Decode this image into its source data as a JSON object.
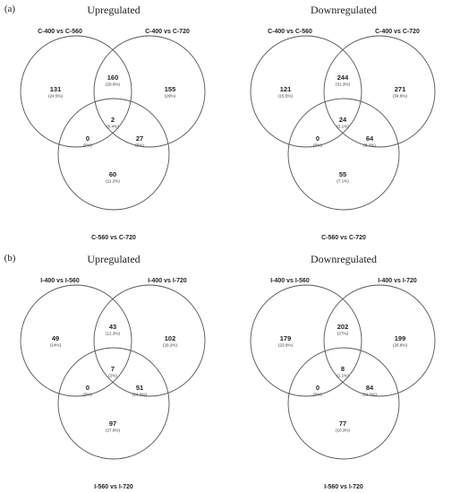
{
  "rows": [
    {
      "letter": "(a)",
      "panels": [
        {
          "title": "Upregulated",
          "sets": [
            "C-400 vs C-560",
            "C-400 vs C-720",
            "C-560 vs C-720"
          ],
          "regions": {
            "a_only": {
              "count": "131",
              "pct": "(24.5%)"
            },
            "ab": {
              "count": "160",
              "pct": "(29.9%)"
            },
            "b_only": {
              "count": "155",
              "pct": "(29%)"
            },
            "abc": {
              "count": "2",
              "pct": "(0.4%)"
            },
            "ac": {
              "count": "0",
              "pct": "(0%)"
            },
            "bc": {
              "count": "27",
              "pct": "(5%)"
            },
            "c_only": {
              "count": "60",
              "pct": "(11.2%)"
            }
          }
        },
        {
          "title": "Downregulated",
          "sets": [
            "C-400 vs C-560",
            "C-400 vs C-720",
            "C-560 vs C-720"
          ],
          "regions": {
            "a_only": {
              "count": "121",
              "pct": "(15.5%)"
            },
            "ab": {
              "count": "244",
              "pct": "(31.3%)"
            },
            "b_only": {
              "count": "271",
              "pct": "(34.8%)"
            },
            "abc": {
              "count": "24",
              "pct": "(3.1%)"
            },
            "ac": {
              "count": "0",
              "pct": "(0%)"
            },
            "bc": {
              "count": "64",
              "pct": "(8.2%)"
            },
            "c_only": {
              "count": "55",
              "pct": "(7.1%)"
            }
          }
        }
      ]
    },
    {
      "letter": "(b)",
      "panels": [
        {
          "title": "Upregulated",
          "sets": [
            "I-400 vs I-560",
            "I-400 vs I-720",
            "I-560 vs I-720"
          ],
          "regions": {
            "a_only": {
              "count": "49",
              "pct": "(14%)"
            },
            "ab": {
              "count": "43",
              "pct": "(12.3%)"
            },
            "b_only": {
              "count": "102",
              "pct": "(29.2%)"
            },
            "abc": {
              "count": "7",
              "pct": "(2%)"
            },
            "ac": {
              "count": "0",
              "pct": "(0%)"
            },
            "bc": {
              "count": "51",
              "pct": "(14.6%)"
            },
            "c_only": {
              "count": "97",
              "pct": "(27.8%)"
            }
          }
        },
        {
          "title": "Downregulated",
          "sets": [
            "I-400 vs I-560",
            "I-400 vs I-720",
            "I-560 vs I-720"
          ],
          "regions": {
            "a_only": {
              "count": "179",
              "pct": "(23.9%)"
            },
            "ab": {
              "count": "202",
              "pct": "(27%)"
            },
            "b_only": {
              "count": "199",
              "pct": "(26.6%)"
            },
            "abc": {
              "count": "8",
              "pct": "(1.1%)"
            },
            "ac": {
              "count": "0",
              "pct": "(0%)"
            },
            "bc": {
              "count": "84",
              "pct": "(11.2%)"
            },
            "c_only": {
              "count": "77",
              "pct": "(10.3%)"
            }
          }
        }
      ]
    }
  ]
}
